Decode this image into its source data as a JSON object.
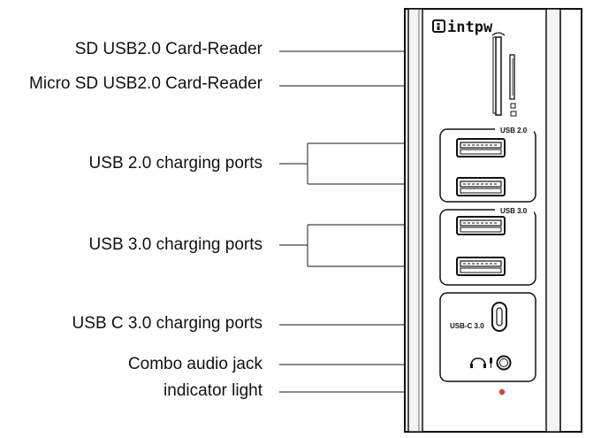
{
  "labels": {
    "sd_reader": "SD USB2.0 Card-Reader",
    "micro_sd_reader": "Micro SD USB2.0 Card-Reader",
    "usb2_ports": "USB 2.0 charging ports",
    "usb3_ports": "USB 3.0 charging ports",
    "usbc_ports": "USB C 3.0 charging ports",
    "audio_jack": "Combo audio jack",
    "indicator": "indicator light"
  },
  "device": {
    "brand": "intpw",
    "usb2_group_label": "USB 2.0",
    "usb3_group_label": "USB 3.0",
    "usbc_label": "USB-C 3.0"
  },
  "colors": {
    "indicator": "#d93a3a",
    "line": "#444444"
  }
}
